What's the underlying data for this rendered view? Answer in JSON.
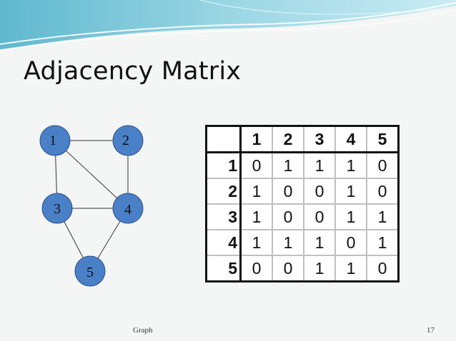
{
  "slide": {
    "title": "Adjacency Matrix",
    "footer_text": "Graph",
    "page_number": "17"
  },
  "graph": {
    "nodes": [
      {
        "label": "1"
      },
      {
        "label": "2"
      },
      {
        "label": "3"
      },
      {
        "label": "4"
      },
      {
        "label": "5"
      }
    ],
    "edges": [
      [
        "1",
        "2"
      ],
      [
        "1",
        "3"
      ],
      [
        "1",
        "4"
      ],
      [
        "2",
        "4"
      ],
      [
        "3",
        "4"
      ],
      [
        "3",
        "5"
      ],
      [
        "4",
        "5"
      ]
    ],
    "node_color": "#4a80c8"
  },
  "matrix": {
    "headers": [
      "1",
      "2",
      "3",
      "4",
      "5"
    ],
    "rows": [
      {
        "label": "1",
        "cells": [
          "0",
          "1",
          "1",
          "1",
          "0"
        ]
      },
      {
        "label": "2",
        "cells": [
          "1",
          "0",
          "0",
          "1",
          "0"
        ]
      },
      {
        "label": "3",
        "cells": [
          "1",
          "0",
          "0",
          "1",
          "1"
        ]
      },
      {
        "label": "4",
        "cells": [
          "1",
          "1",
          "1",
          "0",
          "1"
        ]
      },
      {
        "label": "5",
        "cells": [
          "0",
          "0",
          "1",
          "1",
          "0"
        ]
      }
    ]
  }
}
